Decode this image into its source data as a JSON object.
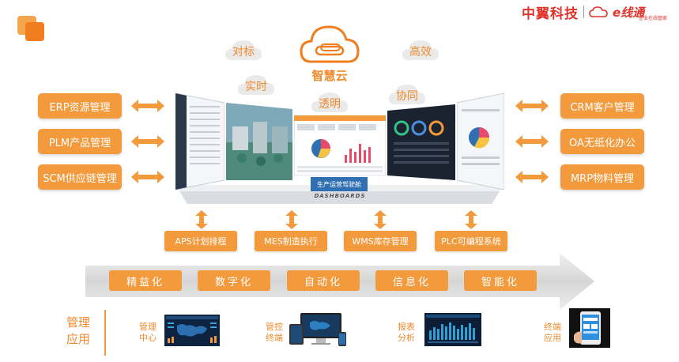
{
  "brand": {
    "left": "中翼科技",
    "right": "e线通",
    "right_sub": "企业在线管家"
  },
  "cloud": {
    "main_label": "智慧云",
    "tags": [
      "对标",
      "实时",
      "透明",
      "协同",
      "高效"
    ]
  },
  "left_systems": [
    "ERP资源管理",
    "PLM产品管理",
    "SCM供应链管理"
  ],
  "right_systems": [
    "CRM客户管理",
    "OA无纸化办公",
    "MRP物料管理"
  ],
  "dashboard": {
    "label": "生产运营驾驶舱",
    "sub": "DASHBOARDS"
  },
  "modules": [
    "APS计划排程",
    "MES制造执行",
    "WMS库存管理",
    "PLC可编程系统"
  ],
  "stages": [
    "精益化",
    "数字化",
    "自动化",
    "信息化",
    "智能化"
  ],
  "bottom": {
    "title": "管理应用",
    "apps": [
      {
        "label": "管理中心"
      },
      {
        "label": "管控终端"
      },
      {
        "label": "报表分析"
      },
      {
        "label": "终端应用"
      }
    ]
  },
  "colors": {
    "accent": "#f39a3d",
    "accent_text": "#f08a2c",
    "brand_red": "#e0322a",
    "band_gray": "#dcdcdc"
  }
}
